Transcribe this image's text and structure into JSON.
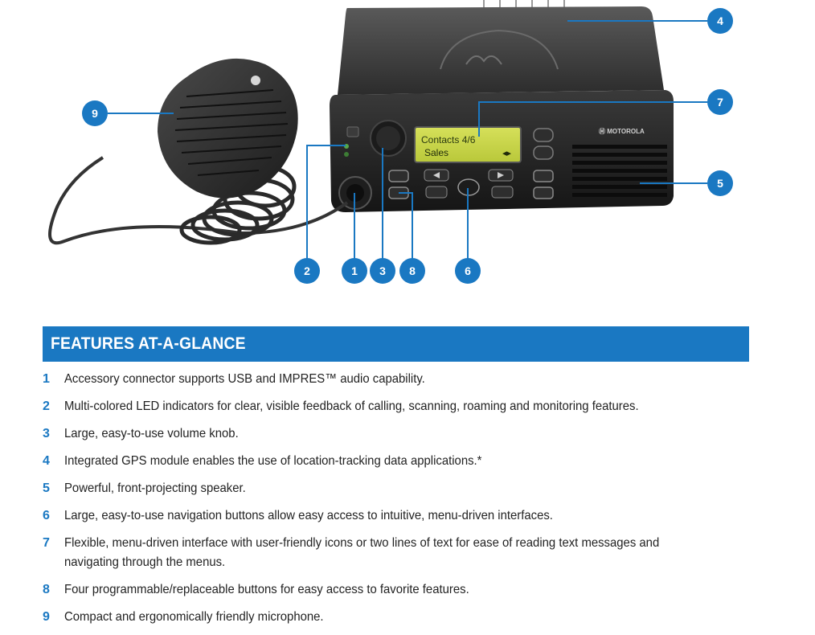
{
  "figure": {
    "display": {
      "line1": "Contacts 4/6",
      "line2": "Sales"
    },
    "callouts": [
      {
        "n": "1",
        "label": "1"
      },
      {
        "n": "2",
        "label": "2"
      },
      {
        "n": "3",
        "label": "3"
      },
      {
        "n": "4",
        "label": "4"
      },
      {
        "n": "5",
        "label": "5"
      },
      {
        "n": "6",
        "label": "6"
      },
      {
        "n": "7",
        "label": "7"
      },
      {
        "n": "8",
        "label": "8"
      },
      {
        "n": "9",
        "label": "9"
      }
    ],
    "colors": {
      "callout": "#1a78c2",
      "body": "#2b2b2b",
      "lcd": "#c9d64a"
    }
  },
  "features": {
    "header": "FEATURES AT-A-GLANCE",
    "items": [
      {
        "num": "1",
        "text": "Accessory connector supports USB and IMPRES™ audio capability."
      },
      {
        "num": "2",
        "text": "Multi-colored LED indicators for clear, visible feedback of calling, scanning, roaming and monitoring features."
      },
      {
        "num": "3",
        "text": "Large, easy-to-use volume knob."
      },
      {
        "num": "4",
        "text": "Integrated GPS module enables the use of location-tracking data applications.*"
      },
      {
        "num": "5",
        "text": "Powerful, front-projecting speaker."
      },
      {
        "num": "6",
        "text": "Large, easy-to-use navigation buttons allow easy access to intuitive, menu-driven interfaces."
      },
      {
        "num": "7",
        "text": "Flexible, menu-driven interface with user-friendly icons or two lines of text for ease of reading text messages and navigating through the menus."
      },
      {
        "num": "8",
        "text": "Four programmable/replaceable buttons for easy access to favorite features."
      },
      {
        "num": "9",
        "text": "Compact and ergonomically friendly microphone."
      }
    ]
  }
}
